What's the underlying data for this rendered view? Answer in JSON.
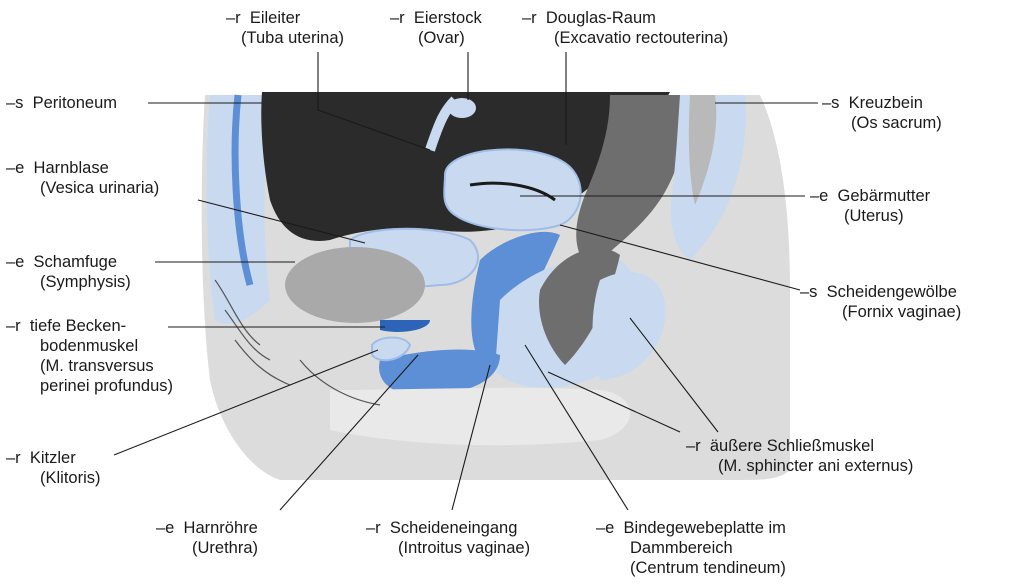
{
  "labels": {
    "eileiter": {
      "article": "–r",
      "term": "Eileiter",
      "latin": "(Tuba uterina)"
    },
    "eierstock": {
      "article": "–r",
      "term": "Eierstock",
      "latin": "(Ovar)"
    },
    "douglas": {
      "article": "–r",
      "term": "Douglas-Raum",
      "latin": "(Excavatio rectouterina)"
    },
    "peritoneum": {
      "article": "–s",
      "term": "Peritoneum"
    },
    "kreuzbein": {
      "article": "–s",
      "term": "Kreuzbein",
      "latin": "(Os sacrum)"
    },
    "harnblase": {
      "article": "–e",
      "term": "Harnblase",
      "latin": "(Vesica urinaria)"
    },
    "gebaermutter": {
      "article": "–e",
      "term": "Gebärmutter",
      "latin": "(Uterus)"
    },
    "schamfuge": {
      "article": "–e",
      "term": "Schamfuge",
      "latin": "(Symphysis)"
    },
    "scheidengewoelbe": {
      "article": "–s",
      "term": "Scheidengewölbe",
      "latin": "(Fornix vaginae)"
    },
    "beckenboden": {
      "article": "–r",
      "term": "tiefe Becken-",
      "line2": "bodenmuskel",
      "line3": "(M. transversus",
      "line4": "perinei profundus)"
    },
    "kitzler": {
      "article": "–r",
      "term": "Kitzler",
      "latin": "(Klitoris)"
    },
    "schliessmuskel": {
      "article": "–r",
      "term": "äußere Schließmuskel",
      "latin": "(M. sphincter ani externus)"
    },
    "harnroehre": {
      "article": "–e",
      "term": "Harnröhre",
      "latin": "(Urethra)"
    },
    "scheideneingang": {
      "article": "–r",
      "term": "Scheideneingang",
      "latin": "(Introitus vaginae)"
    },
    "bindegewebe": {
      "article": "–e",
      "term": "Bindegewebeplatte im",
      "line2": "Dammbereich",
      "latin": "(Centrum tendineum)"
    }
  },
  "colors": {
    "tissue_light": "#c9daf0",
    "tissue_mid": "#9fbde6",
    "tissue_blue": "#5d8fd6",
    "tissue_dark_blue": "#2d64b8",
    "cavity": "#2b2b2b",
    "gray_body": "#dcdcdc",
    "gray_mid": "#a9a9a9",
    "bone_gray": "#b9b9b9",
    "rectum_dark": "#6e6e6e",
    "line": "#1a1a1a"
  }
}
